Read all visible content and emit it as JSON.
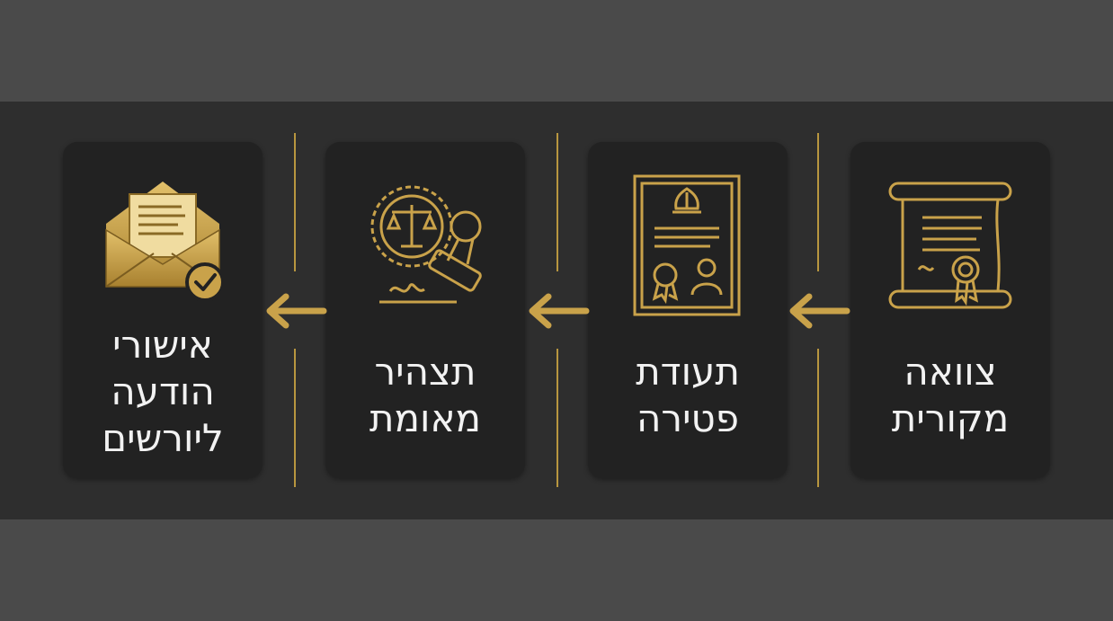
{
  "colors": {
    "background": "#4a4a4a",
    "band": "#2e2e2e",
    "card": "#222222",
    "gold": "#c9a24a",
    "text": "#f2f2f2"
  },
  "steps": [
    {
      "line1": "צוואה",
      "line2": "מקורית",
      "icon": "scroll-seal-icon"
    },
    {
      "line1": "תעודת",
      "line2": "פטירה",
      "icon": "certificate-icon"
    },
    {
      "line1": "תצהיר",
      "line2": "מאומת",
      "icon": "notary-stamp-icon"
    },
    {
      "line1": "אישורי",
      "line2": "הודעה",
      "line3": "ליורשים",
      "icon": "envelope-check-icon"
    }
  ]
}
